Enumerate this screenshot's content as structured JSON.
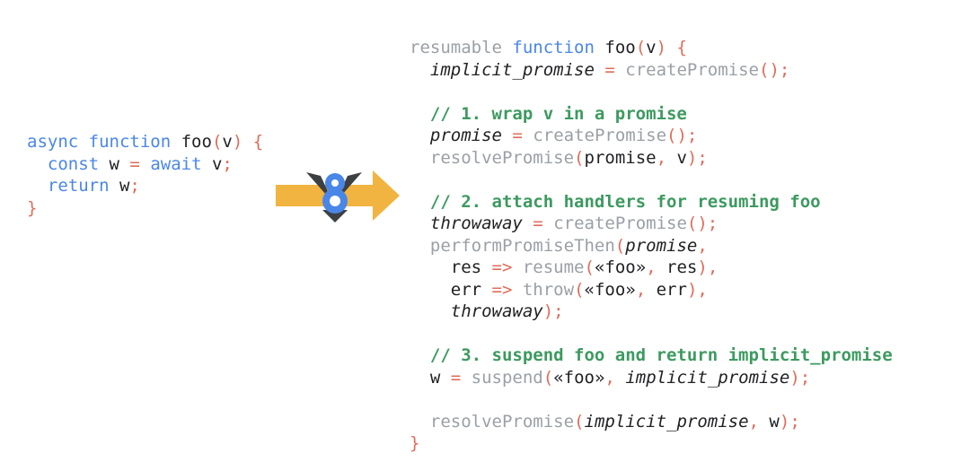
{
  "original_code": {
    "lines": [
      [
        {
          "t": "async function",
          "c": "kw"
        },
        {
          "t": " ",
          "c": "plain"
        },
        {
          "t": "foo",
          "c": "plain"
        },
        {
          "t": "(",
          "c": "punc"
        },
        {
          "t": "v",
          "c": "plain"
        },
        {
          "t": ") {",
          "c": "punc"
        }
      ],
      [
        {
          "t": "  ",
          "c": "plain"
        },
        {
          "t": "const",
          "c": "kw"
        },
        {
          "t": " w ",
          "c": "plain"
        },
        {
          "t": "=",
          "c": "punc"
        },
        {
          "t": " ",
          "c": "plain"
        },
        {
          "t": "await",
          "c": "kw"
        },
        {
          "t": " v",
          "c": "plain"
        },
        {
          "t": ";",
          "c": "punc"
        }
      ],
      [
        {
          "t": "  ",
          "c": "plain"
        },
        {
          "t": "return",
          "c": "kw"
        },
        {
          "t": " w",
          "c": "plain"
        },
        {
          "t": ";",
          "c": "punc"
        }
      ],
      [
        {
          "t": "}",
          "c": "punc"
        }
      ]
    ]
  },
  "transformed_code": {
    "lines": [
      [
        {
          "t": "resumable",
          "c": "fn"
        },
        {
          "t": " ",
          "c": "plain"
        },
        {
          "t": "function",
          "c": "kw"
        },
        {
          "t": " ",
          "c": "plain"
        },
        {
          "t": "foo",
          "c": "plain"
        },
        {
          "t": "(",
          "c": "punc"
        },
        {
          "t": "v",
          "c": "plain"
        },
        {
          "t": ") {",
          "c": "punc"
        }
      ],
      [
        {
          "t": "  ",
          "c": "plain"
        },
        {
          "t": "implicit_promise",
          "c": "it"
        },
        {
          "t": " ",
          "c": "plain"
        },
        {
          "t": "=",
          "c": "punc"
        },
        {
          "t": " ",
          "c": "plain"
        },
        {
          "t": "createPromise",
          "c": "fn"
        },
        {
          "t": "();",
          "c": "punc"
        }
      ],
      [],
      [
        {
          "t": "  ",
          "c": "plain"
        },
        {
          "t": "// 1. wrap v in a promise",
          "c": "cm"
        }
      ],
      [
        {
          "t": "  ",
          "c": "plain"
        },
        {
          "t": "promise",
          "c": "it"
        },
        {
          "t": " ",
          "c": "plain"
        },
        {
          "t": "=",
          "c": "punc"
        },
        {
          "t": " ",
          "c": "plain"
        },
        {
          "t": "createPromise",
          "c": "fn"
        },
        {
          "t": "();",
          "c": "punc"
        }
      ],
      [
        {
          "t": "  ",
          "c": "plain"
        },
        {
          "t": "resolvePromise",
          "c": "fn"
        },
        {
          "t": "(",
          "c": "punc"
        },
        {
          "t": "promise",
          "c": "plain"
        },
        {
          "t": ",",
          "c": "punc"
        },
        {
          "t": " v",
          "c": "plain"
        },
        {
          "t": ");",
          "c": "punc"
        }
      ],
      [],
      [
        {
          "t": "  ",
          "c": "plain"
        },
        {
          "t": "// 2. attach handlers for resuming foo",
          "c": "cm"
        }
      ],
      [
        {
          "t": "  ",
          "c": "plain"
        },
        {
          "t": "throwaway",
          "c": "it"
        },
        {
          "t": " ",
          "c": "plain"
        },
        {
          "t": "=",
          "c": "punc"
        },
        {
          "t": " ",
          "c": "plain"
        },
        {
          "t": "createPromise",
          "c": "fn"
        },
        {
          "t": "();",
          "c": "punc"
        }
      ],
      [
        {
          "t": "  ",
          "c": "plain"
        },
        {
          "t": "performPromiseThen",
          "c": "fn"
        },
        {
          "t": "(",
          "c": "punc"
        },
        {
          "t": "promise",
          "c": "it"
        },
        {
          "t": ",",
          "c": "punc"
        }
      ],
      [
        {
          "t": "    res ",
          "c": "plain"
        },
        {
          "t": "=>",
          "c": "punc"
        },
        {
          "t": " ",
          "c": "plain"
        },
        {
          "t": "resume",
          "c": "fn"
        },
        {
          "t": "(",
          "c": "punc"
        },
        {
          "t": "«foo»",
          "c": "plain"
        },
        {
          "t": ",",
          "c": "punc"
        },
        {
          "t": " res",
          "c": "plain"
        },
        {
          "t": "),",
          "c": "punc"
        }
      ],
      [
        {
          "t": "    err ",
          "c": "plain"
        },
        {
          "t": "=>",
          "c": "punc"
        },
        {
          "t": " ",
          "c": "plain"
        },
        {
          "t": "throw",
          "c": "fn"
        },
        {
          "t": "(",
          "c": "punc"
        },
        {
          "t": "«foo»",
          "c": "plain"
        },
        {
          "t": ",",
          "c": "punc"
        },
        {
          "t": " err",
          "c": "plain"
        },
        {
          "t": "),",
          "c": "punc"
        }
      ],
      [
        {
          "t": "    ",
          "c": "plain"
        },
        {
          "t": "throwaway",
          "c": "it"
        },
        {
          "t": ");",
          "c": "punc"
        }
      ],
      [],
      [
        {
          "t": "  ",
          "c": "plain"
        },
        {
          "t": "// 3. suspend foo and return implicit_promise",
          "c": "cm"
        }
      ],
      [
        {
          "t": "  w ",
          "c": "plain"
        },
        {
          "t": "=",
          "c": "punc"
        },
        {
          "t": " ",
          "c": "plain"
        },
        {
          "t": "suspend",
          "c": "fn"
        },
        {
          "t": "(",
          "c": "punc"
        },
        {
          "t": "«foo»",
          "c": "plain"
        },
        {
          "t": ",",
          "c": "punc"
        },
        {
          "t": " ",
          "c": "plain"
        },
        {
          "t": "implicit_promise",
          "c": "it"
        },
        {
          "t": ");",
          "c": "punc"
        }
      ],
      [],
      [
        {
          "t": "  ",
          "c": "plain"
        },
        {
          "t": "resolvePromise",
          "c": "fn"
        },
        {
          "t": "(",
          "c": "punc"
        },
        {
          "t": "implicit_promise",
          "c": "it"
        },
        {
          "t": ",",
          "c": "punc"
        },
        {
          "t": " w",
          "c": "plain"
        },
        {
          "t": ");",
          "c": "punc"
        }
      ],
      [
        {
          "t": "}",
          "c": "punc"
        }
      ]
    ]
  },
  "icons": {
    "transform_arrow": "right-arrow-icon",
    "engine_logo": "v8-logo-icon"
  },
  "colors": {
    "keyword": "#4a86e8",
    "builtin": "#9aa0a6",
    "punctuation": "#e06c5a",
    "comment": "#3c9a5f",
    "text": "#202124",
    "arrow": "#f2b440",
    "logo_blue": "#4a86e8",
    "logo_dark": "#3c4043"
  }
}
